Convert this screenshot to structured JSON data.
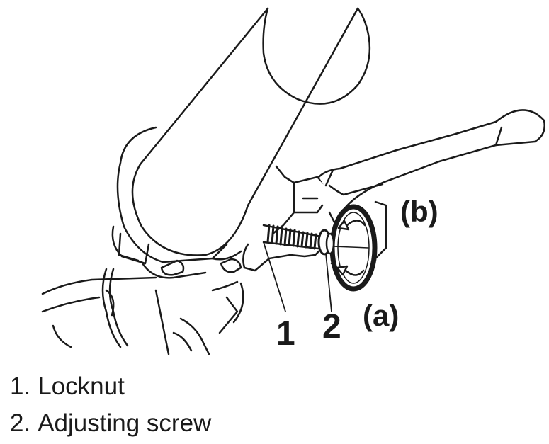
{
  "callouts": {
    "num1": "1",
    "num2": "2",
    "a": "(a)",
    "b": "(b)"
  },
  "legend": [
    {
      "num": "1.",
      "label": "Locknut"
    },
    {
      "num": "2.",
      "label": "Adjusting screw"
    }
  ]
}
